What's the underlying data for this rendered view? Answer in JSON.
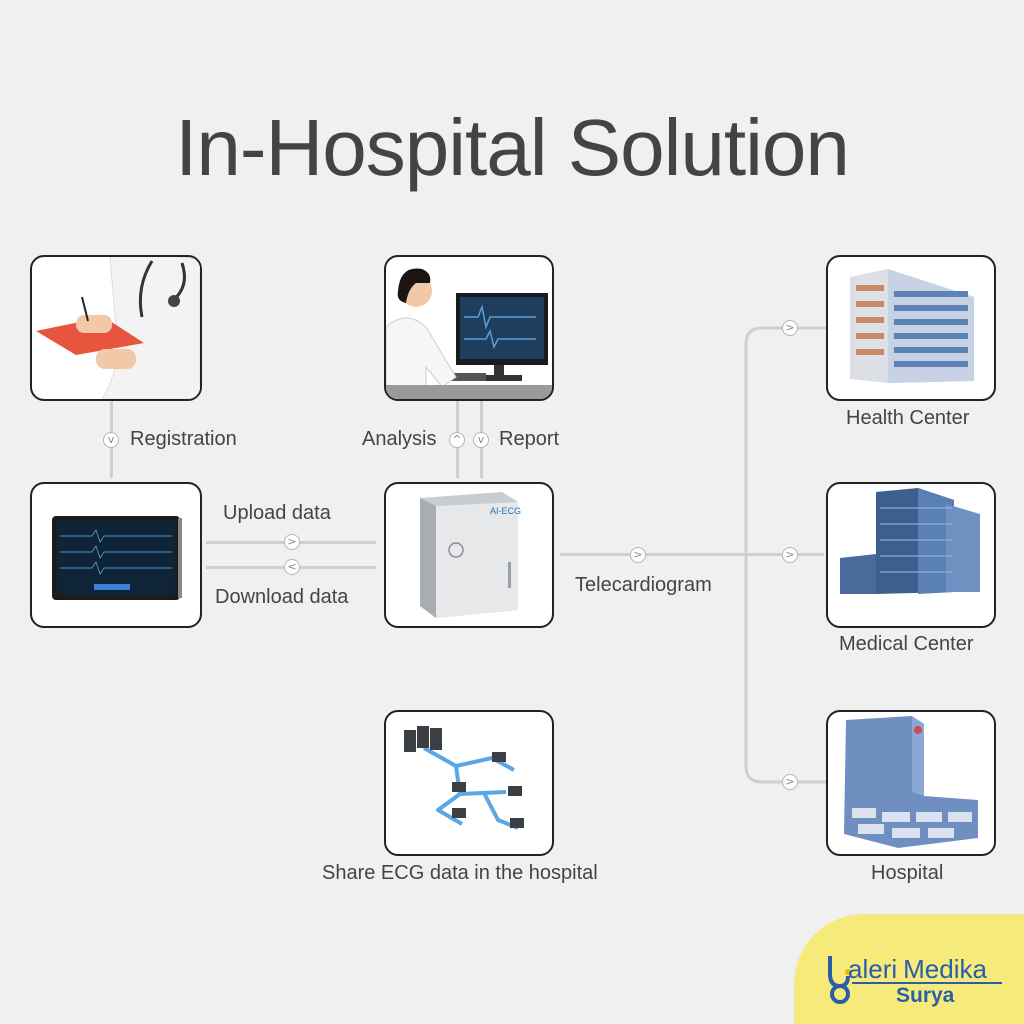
{
  "title": "In-Hospital Solution",
  "labels": {
    "registration": "Registration",
    "analysis": "Analysis",
    "report": "Report",
    "upload": "Upload data",
    "download": "Download data",
    "telecardiogram": "Telecardiogram",
    "share": "Share ECG data in the hospital",
    "health_center": "Health Center",
    "medical_center": "Medical Center",
    "hospital": "Hospital"
  },
  "device_label": "AI-ECG",
  "brand": {
    "name_part1": "aleri",
    "name_part2": "Medika",
    "sub": "Surya"
  },
  "colors": {
    "background": "#f0f0f0",
    "connector": "#cfcfcf",
    "text": "#444444",
    "brand": "#2a5fa8",
    "corner": "#f5ea7a"
  }
}
